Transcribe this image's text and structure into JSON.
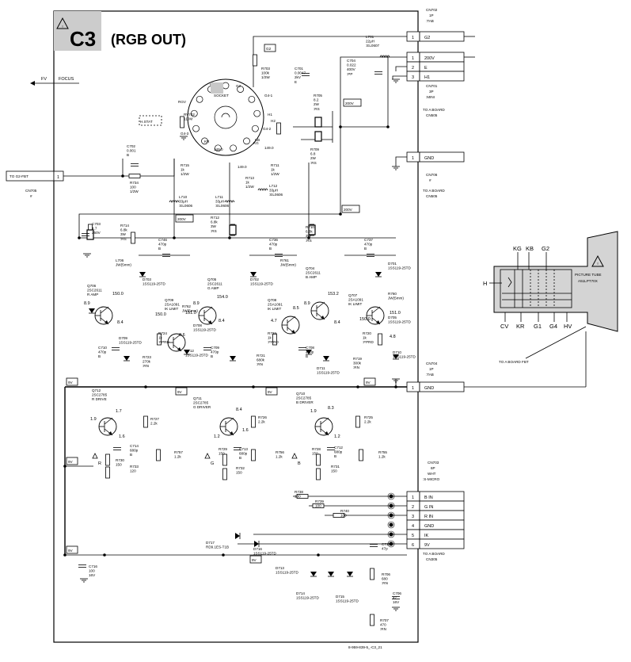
{
  "header": {
    "warning_symbol": "!",
    "board_id": "C3",
    "title": "(RGB OUT)",
    "header_bg": "#cccccc"
  },
  "doc_code": "8-959-839-5_-C3_21",
  "connectors": {
    "cn702": {
      "ref": "CN702",
      "pins": "1P",
      "type": ":TAB"
    },
    "cn701": {
      "ref": "CN701",
      "pins": "3P",
      "type": ":MINI",
      "dest": "TO A BOARD",
      "dest_ref": "CN505"
    },
    "cn705": {
      "ref": "CN705",
      "pins": "#"
    },
    "cn706": {
      "ref": "CN706",
      "pins": "#",
      "dest": "TO A BOARD",
      "dest_ref": "CN505"
    },
    "cn704": {
      "ref": "CN704",
      "pins": "1P",
      "type": ":TAB"
    },
    "cn703": {
      "ref": "CN703",
      "pins": "6P",
      "color": "WHT",
      "type": ":S-MICRO",
      "dest": "TO A BOARD",
      "dest_ref": "CN305"
    }
  },
  "pins": {
    "cn702": [
      {
        "n": "1",
        "label": "G2"
      }
    ],
    "cn701": [
      {
        "n": "1",
        "label": "200V"
      },
      {
        "n": "2",
        "label": "E"
      },
      {
        "n": "3",
        "label": "H1"
      }
    ],
    "cn706": [
      {
        "n": "1",
        "label": "GND"
      }
    ],
    "cn704": [
      {
        "n": "1",
        "label": "GND"
      }
    ],
    "cn703": [
      {
        "n": "1",
        "label": "B IN"
      },
      {
        "n": "2",
        "label": "G IN"
      },
      {
        "n": "3",
        "label": "R IN"
      },
      {
        "n": "4",
        "label": "GND"
      },
      {
        "n": "5",
        "label": "IK"
      },
      {
        "n": "6",
        "label": "9V"
      }
    ],
    "cn705": [
      {
        "n": "1",
        "label": "TO G2-FBT"
      }
    ]
  },
  "left_labels": {
    "fv": "FV",
    "focus": "FOCUS"
  },
  "socket": {
    "ref": "CN701",
    "name": "SOCKET",
    "g2": "G2",
    "g4": "G4",
    "g41": "G4-1",
    "g42": "G4-2",
    "g43": "G4-3",
    "rgv": "RGV",
    "kr": "KR",
    "kg": "KG",
    "kb": "KB",
    "h1": "H1",
    "h2": "H2",
    "v_kr": "149.0",
    "v_kg": "149.0",
    "v_kb": "149.0"
  },
  "tube": {
    "name": "PICTURE TUBE",
    "part": "A51LPT70X",
    "top_labels": [
      "KG",
      "KB",
      "G2"
    ],
    "side_label": "H",
    "bottom_labels": [
      "CV",
      "KR",
      "G1",
      "G4",
      "HV"
    ],
    "dest": "TO A BOARD FBT",
    "fill": "#d4d4d4"
  },
  "rails": {
    "r200a": "200V",
    "r200b": "200V",
    "r200c": "200V",
    "r9a": "9V",
    "r9b": "9V",
    "r9c": "9V",
    "r9d": "9V",
    "r9e": "9V",
    "r9f": "9V",
    "r9g": "9V"
  },
  "components": {
    "l701": [
      "L701",
      "22μH",
      ":EL0607"
    ],
    "c704": [
      "C704",
      "0.022",
      "400V",
      ":PP"
    ],
    "r703": [
      "R703",
      "100k",
      "1/2W"
    ],
    "c701": [
      "C701",
      "0.0047",
      "2kV",
      "E"
    ],
    "r705": [
      "R705",
      "8.2",
      "2W",
      ":RS"
    ],
    "rv702": [
      "RV702",
      "110M"
    ],
    "hstat": [
      "H.STAT"
    ],
    "r709": [
      "R709",
      "6.8",
      "2W",
      ":RS"
    ],
    "c702": [
      "C702",
      "0.001",
      "B"
    ],
    "r734": [
      "R734",
      "100",
      "1/2W"
    ],
    "r715": [
      "R715",
      "1k",
      "1/2W"
    ],
    "r711": [
      "R711",
      "1k",
      "1/2W"
    ],
    "r713": [
      "R713",
      "1k",
      "1/2W"
    ],
    "l710": [
      "L710",
      "33μH",
      ":EL0606"
    ],
    "l711": [
      "L711",
      "33μH",
      ":EL0606"
    ],
    "l712": [
      "L712",
      "33μH",
      ":EL0606"
    ],
    "c703": [
      "C703",
      "4.7",
      "250V"
    ],
    "r714": [
      "R714",
      "6.8k",
      "3W",
      ":RS"
    ],
    "r712": [
      "R712",
      "6.8k",
      "3W",
      ":RS"
    ],
    "r710": [
      "R710",
      "6.8k",
      "3W",
      ":RS"
    ],
    "c746": [
      "C746",
      "470p",
      "B"
    ],
    "c736": [
      "C736",
      "470p",
      "B"
    ],
    "c737": [
      "C737",
      "470p",
      "B"
    ],
    "l706": [
      "L706",
      "JW(5mm)"
    ],
    "d703": [
      "D703",
      "1SS119-25TD"
    ],
    "d702": [
      "D702",
      "1SS119-25TD"
    ],
    "d701": [
      "D701",
      "1SS119-25TD"
    ],
    "q706": [
      "Q706",
      "2SC2611",
      "R AMP"
    ],
    "q705": [
      "Q705",
      "2SC2611",
      "G AMP"
    ],
    "q704": [
      "Q704",
      "2SC2611",
      "B AMP"
    ],
    "q709": [
      "Q709",
      "2SA1091",
      "IK LIMIT"
    ],
    "q708": [
      "Q708",
      "2SA1091",
      "IK LIMIT"
    ],
    "q707": [
      "Q707",
      "2SA1091",
      "IK LIMIT"
    ],
    "r762": [
      "R762",
      "JW(5mm)"
    ],
    "r761": [
      "R761",
      "JW(5mm)"
    ],
    "r760": [
      "R760",
      "JW(5mm)"
    ],
    "r724": [
      "R724",
      "1k",
      ":FPRD"
    ],
    "r722": [
      "R722",
      "1k",
      ":FPRD"
    ],
    "r720": [
      "R720",
      "1k",
      ":FPRD"
    ],
    "c710": [
      "C710",
      "470p",
      "B"
    ],
    "c709": [
      "C709",
      "470p",
      "B"
    ],
    "c708": [
      "C708",
      "470p",
      "B"
    ],
    "r723": [
      "R723",
      "270k",
      ":RN"
    ],
    "r721": [
      "R721",
      "680k",
      ":RN"
    ],
    "r719": [
      "R719",
      "300k",
      ":RN"
    ],
    "d709": [
      "D709",
      "1SS119-25TD"
    ],
    "d712": [
      "D712",
      "1SS119-25TD"
    ],
    "d708": [
      "D708",
      "1SS119-25TD"
    ],
    "d711": [
      "D711",
      "1SS119-25TD"
    ],
    "d705": [
      "D705",
      "1SS119-25TD"
    ],
    "d710": [
      "D710",
      "1SS119-25TD"
    ],
    "q712": [
      "Q712",
      "2SC2785",
      "R DRIVE"
    ],
    "q711": [
      "Q711",
      "2SC2785",
      "G DRIVER"
    ],
    "q710": [
      "Q710",
      "2SC2785",
      "B DRIVER"
    ],
    "r727": [
      "R727",
      "2.2k"
    ],
    "r726": [
      "R726",
      "2.2k"
    ],
    "r725": [
      "R725",
      "2.2k"
    ],
    "c714": [
      "C714",
      "680p",
      "B"
    ],
    "c713": [
      "C713",
      "680p",
      "B"
    ],
    "c712": [
      "C712",
      "680p",
      "B"
    ],
    "r730": [
      "R730",
      "150"
    ],
    "r729": [
      "R729",
      "150"
    ],
    "r728": [
      "R728",
      "150"
    ],
    "r733": [
      "R733",
      "120"
    ],
    "r732": [
      "R732",
      "150"
    ],
    "r731": [
      "R731",
      "150"
    ],
    "r757": [
      "R757",
      "1.2k"
    ],
    "r756": [
      "R756",
      "1.2k"
    ],
    "r755": [
      "R755",
      "1.2k"
    ],
    "r738": [
      "R738",
      "100"
    ],
    "r739": [
      "R739",
      "100"
    ],
    "r740": [
      "R740",
      "100"
    ],
    "d717": [
      "D717",
      "RD9.1ES-T1B"
    ],
    "d716": [
      "D716",
      "1SS119-25TD"
    ],
    "d713": [
      "D713",
      "1SS119-25TD"
    ],
    "d714": [
      "D714",
      "1SS119-25TD"
    ],
    "d715": [
      "D715",
      "1SS119-25TD"
    ],
    "c717": [
      "C717",
      "47p"
    ],
    "c716": [
      "C716",
      "100",
      "16V"
    ],
    "r706": [
      "R706",
      "680",
      ":RN"
    ],
    "c706": [
      "C706",
      "47",
      "16V"
    ],
    "r707": [
      "R707",
      "470",
      ":RN"
    ]
  },
  "voltages": {
    "q706_b": "8.9",
    "q706_c": "150.0",
    "q706_e": "8.4",
    "q709_c": "150.0",
    "q709_b": "151.0",
    "q709_e": "6.6",
    "q705_b": "8.9",
    "q705_c": "154.0",
    "q705_e": "8.4",
    "q708_b": "4.7",
    "q708_e": "8.5",
    "q704_b": "8.9",
    "q704_c": "153.2",
    "q704_e": "8.4",
    "q707_c": "150.0",
    "q707_b": "151.0",
    "q707_e": "4.8",
    "q712_b": "1.9",
    "q712_c": "1.7",
    "q712_e": "1.6",
    "q711_b": "1.2",
    "q711_c": "8.4",
    "q711_e": "1.6",
    "q710_b": "1.9",
    "q710_c": "8.3",
    "q710_e": "1.2",
    "ik_r": "R",
    "ik_g": "G",
    "ik_b": "B"
  }
}
